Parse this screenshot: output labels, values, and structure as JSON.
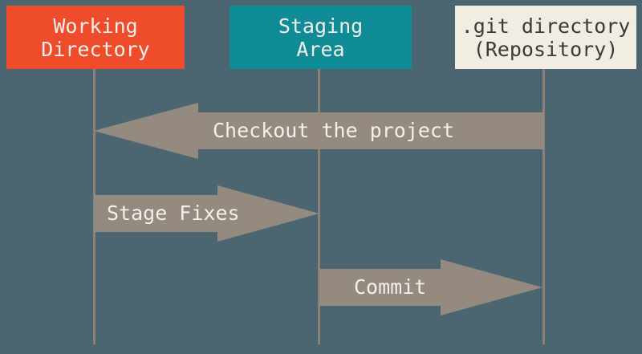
{
  "columns": [
    {
      "id": "working-directory",
      "label_lines": [
        "Working",
        "Directory"
      ],
      "color": "#EE4C2B",
      "text_color": "#F2F0EA"
    },
    {
      "id": "staging-area",
      "label_lines": [
        "Staging",
        "Area"
      ],
      "color": "#108C96",
      "text_color": "#F2F0EA"
    },
    {
      "id": "git-directory",
      "label_lines": [
        ".git directory",
        "(Repository)"
      ],
      "color": "#F0EDE3",
      "text_color": "#3B3B39"
    }
  ],
  "arrows": [
    {
      "id": "checkout",
      "label": "Checkout the project",
      "from": "git-directory",
      "to": "working-directory",
      "direction": "left"
    },
    {
      "id": "stage-fixes",
      "label": "Stage Fixes",
      "from": "working-directory",
      "to": "staging-area",
      "direction": "right"
    },
    {
      "id": "commit",
      "label": "Commit",
      "from": "staging-area",
      "to": "git-directory",
      "direction": "right"
    }
  ],
  "colors": {
    "background": "#4C6671",
    "arrow": "#948A80",
    "lifeline": "#8A8179",
    "arrow_text": "#F2F0EA"
  }
}
